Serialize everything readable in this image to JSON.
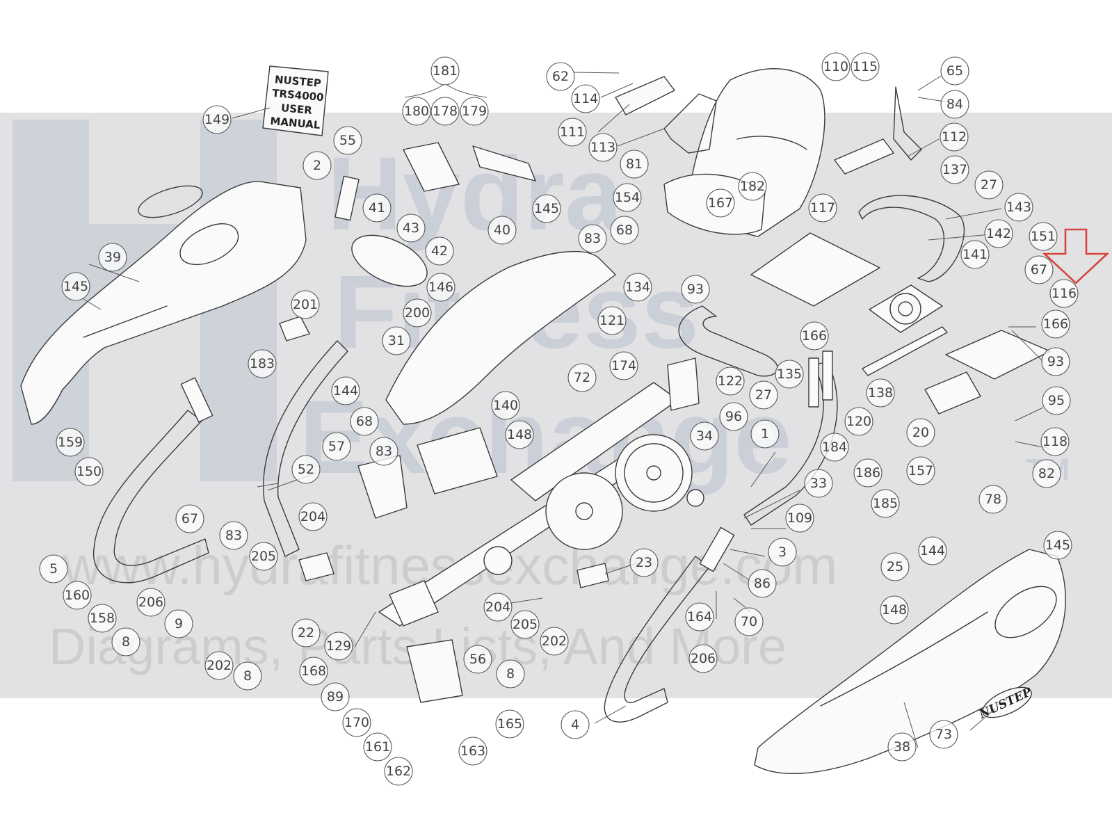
{
  "watermark": {
    "line1": "Hydra",
    "line2": "Fitness",
    "line3": "Exchange",
    "trademark": "TM",
    "url": "www.hydrafitnessexchange.com",
    "tagline": "Diagrams, Parts Lists, And More"
  },
  "manual_label": {
    "line1": "NUSTEP",
    "line2": "TRS4000",
    "line3": "USER",
    "line4": "MANUAL"
  },
  "brand_badge": "NUSTEP",
  "highlight": {
    "target_part": "116",
    "color": "#d6453b"
  },
  "callouts": [
    "149",
    "181",
    "180",
    "178",
    "179",
    "62",
    "114",
    "111",
    "113",
    "81",
    "110",
    "115",
    "65",
    "84",
    "112",
    "137",
    "27",
    "143",
    "142",
    "151",
    "67",
    "116",
    "166",
    "93",
    "95",
    "118",
    "82",
    "78",
    "157",
    "20",
    "185",
    "186",
    "138",
    "120",
    "184",
    "141",
    "117",
    "182",
    "167",
    "154",
    "68",
    "83",
    "134",
    "93",
    "121",
    "122",
    "27",
    "135",
    "166",
    "174",
    "72",
    "96",
    "34",
    "1",
    "33",
    "109",
    "3",
    "86",
    "70",
    "164",
    "206",
    "4",
    "38",
    "73",
    "25",
    "144",
    "148",
    "145",
    "55",
    "2",
    "41",
    "43",
    "42",
    "146",
    "200",
    "201",
    "31",
    "183",
    "144",
    "40",
    "145",
    "68",
    "83",
    "57",
    "140",
    "148",
    "52",
    "39",
    "145",
    "159",
    "150",
    "5",
    "160",
    "158",
    "8",
    "67",
    "83",
    "204",
    "205",
    "206",
    "9",
    "202",
    "8",
    "22",
    "129",
    "168",
    "56",
    "8",
    "89",
    "170",
    "161",
    "162",
    "163",
    "165",
    "204",
    "205",
    "202",
    "23"
  ]
}
